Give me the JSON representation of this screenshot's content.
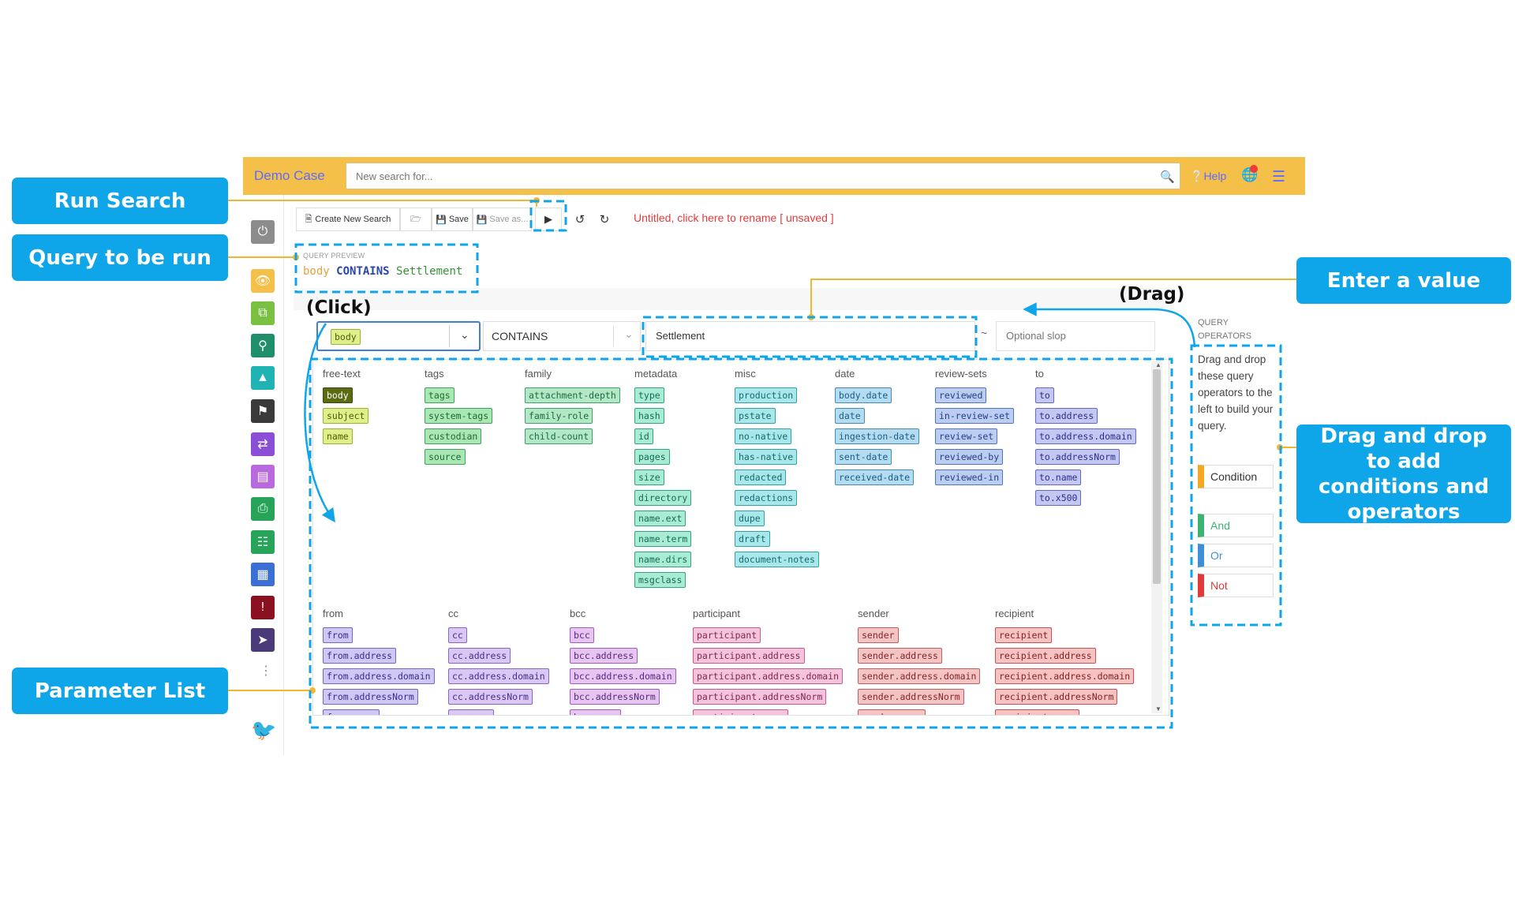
{
  "app": {
    "case_name": "Demo Case",
    "search_placeholder": "New search for...",
    "help_label": "Help",
    "document_title": "Untitled, click here to rename [ unsaved ]"
  },
  "toolbar": {
    "create_new_label": "Create New Search",
    "save_label": "Save",
    "save_as_label": "Save as..."
  },
  "query_preview": {
    "label": "QUERY PREVIEW",
    "field": "body",
    "operator": "CONTAINS",
    "value": "Settlement"
  },
  "condition": {
    "field_chip": "body",
    "operator": "CONTAINS",
    "value": "Settlement",
    "slop_separator": "~",
    "slop_placeholder": "Optional slop"
  },
  "parameter_groups_top": [
    {
      "name": "free-text",
      "tags": [
        "body",
        "subject",
        "name"
      ]
    },
    {
      "name": "tags",
      "tags": [
        "tags",
        "system-tags",
        "custodian",
        "source"
      ]
    },
    {
      "name": "family",
      "tags": [
        "attachment-depth",
        "family-role",
        "child-count"
      ]
    },
    {
      "name": "metadata",
      "tags": [
        "type",
        "hash",
        "id",
        "pages",
        "size",
        "directory",
        "name.ext",
        "name.term",
        "name.dirs",
        "msgclass"
      ]
    },
    {
      "name": "misc",
      "tags": [
        "production",
        "pstate",
        "no-native",
        "has-native",
        "redacted",
        "redactions",
        "dupe",
        "draft",
        "document-notes"
      ]
    },
    {
      "name": "date",
      "tags": [
        "body.date",
        "date",
        "ingestion-date",
        "sent-date",
        "received-date"
      ]
    },
    {
      "name": "review-sets",
      "tags": [
        "reviewed",
        "in-review-set",
        "review-set",
        "reviewed-by",
        "reviewed-in"
      ]
    },
    {
      "name": "to",
      "tags": [
        "to",
        "to.address",
        "to.address.domain",
        "to.addressNorm",
        "to.name",
        "to.x500"
      ]
    }
  ],
  "parameter_groups_bottom": [
    {
      "name": "from",
      "tags": [
        "from",
        "from.address",
        "from.address.domain",
        "from.addressNorm",
        "from.name"
      ]
    },
    {
      "name": "cc",
      "tags": [
        "cc",
        "cc.address",
        "cc.address.domain",
        "cc.addressNorm",
        "cc.name"
      ]
    },
    {
      "name": "bcc",
      "tags": [
        "bcc",
        "bcc.address",
        "bcc.address.domain",
        "bcc.addressNorm",
        "bcc.name"
      ]
    },
    {
      "name": "participant",
      "tags": [
        "participant",
        "participant.address",
        "participant.address.domain",
        "participant.addressNorm",
        "participant.name"
      ]
    },
    {
      "name": "sender",
      "tags": [
        "sender",
        "sender.address",
        "sender.address.domain",
        "sender.addressNorm",
        "sender.name"
      ]
    },
    {
      "name": "recipient",
      "tags": [
        "recipient",
        "recipient.address",
        "recipient.address.domain",
        "recipient.addressNorm",
        "recipient.name"
      ]
    }
  ],
  "query_operators": {
    "label_line1": "QUERY",
    "label_line2": "OPERATORS",
    "description": "Drag and drop these query operators to the left to build your query.",
    "condition": "Condition",
    "and": "And",
    "or": "Or",
    "not": "Not"
  },
  "callouts": {
    "run_search": "Run Search",
    "query_to_be_run": "Query to be run",
    "parameter_list": "Parameter List",
    "enter_a_value": "Enter a value",
    "drag_and_drop": "Drag and drop to add conditions and operators",
    "click_note": "(Click)",
    "drag_note": "(Drag)"
  },
  "colors": {
    "accent_blue": "#0ea5e9",
    "topbar": "#f5c04a",
    "link": "#5b6cff",
    "title_red": "#e23b3b",
    "condition": "#f5a623",
    "and": "#3cb371",
    "or": "#3f8fd6",
    "not": "#e03a3a"
  }
}
